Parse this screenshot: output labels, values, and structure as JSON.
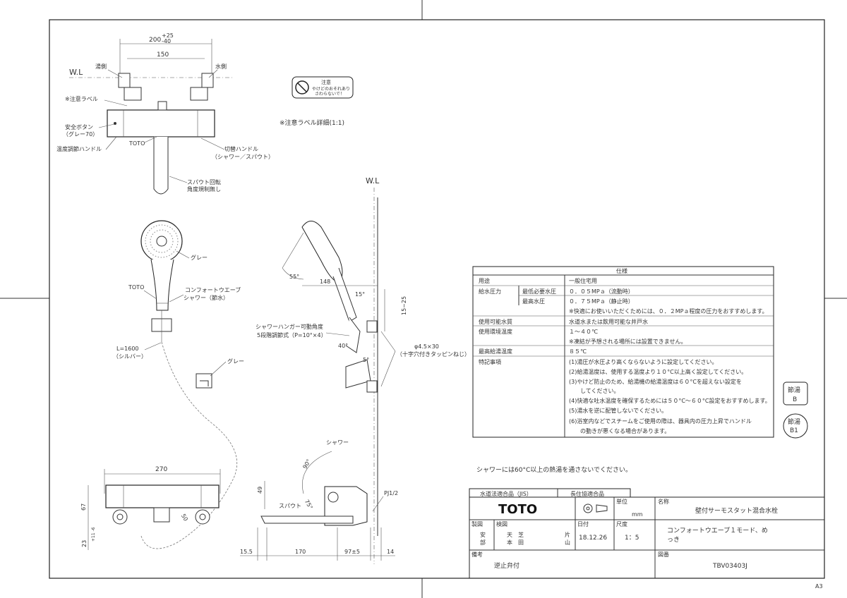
{
  "drawing": {
    "sheet_size": "A3",
    "caution_label_title": "注意",
    "caution_label_line1": "やけどのおそれあり",
    "caution_label_line2": "さわらないで！",
    "caution_label_detail": "※注意ラベル詳細(1:1)",
    "wl": "W.L",
    "front_view": {
      "dim_top": "200",
      "dim_top_tol_plus": "+25",
      "dim_top_tol_minus": "-40",
      "dim_150": "150",
      "hot_side": "湯側",
      "cold_side": "水側",
      "caution_label": "※注意ラベル",
      "safety_button": "安全ボタン",
      "safety_button_color": "（グレー70）",
      "temp_handle": "温度調節ハンドル",
      "toto_mark": "TOTO",
      "switch_handle": "切替ハンドル",
      "switch_handle_sub": "（シャワー／スパウト）",
      "spout_rotation": "スパウト回転",
      "spout_rotation_sub": "角度規制無し"
    },
    "shower_view": {
      "gray": "グレー",
      "toto_mark": "TOTO",
      "shower_name": "コンフォートウエーブ",
      "shower_name_sub": "シャワー（節水）",
      "hose_length": "L=1600",
      "hose_color": "（シルバー）",
      "gray2": "グレー"
    },
    "side_view": {
      "angle_55": "55°",
      "dim_148": "148",
      "angle_15": "15°",
      "dim_15_25": "15~25",
      "hanger_label": "シャワーハンガー可動角度",
      "hanger_sub": "5段階調節式（P=10°×4）",
      "angle_40": "40°",
      "angle_5": "5°",
      "screw": "φ4.5×30",
      "screw_sub": "（十字穴付きタッピンねじ）"
    },
    "bottom_view": {
      "dim_270": "270",
      "dim_67": "67",
      "dim_23": "23",
      "dim_23_tol": "+11 -6",
      "dim_50": "50",
      "shower_label": "シャワー",
      "angle_90": "90°",
      "angle_75": "75°",
      "dim_49": "49",
      "spout_label": "スパウト",
      "pj": "PJ1/2",
      "dim_15_5": "15.5",
      "dim_170": "170",
      "dim_97": "97±5",
      "dim_14": "14"
    },
    "hot_water_note": "シャワーには60°C以上の熱湯を通さないでください。",
    "setsuyu_b_line1": "節湯",
    "setsuyu_b_line2": "B",
    "setsuyu_b1_line1": "節湯",
    "setsuyu_b1_line2": "B1"
  },
  "spec_table": {
    "title": "仕様",
    "rows": [
      {
        "label": "用途",
        "sub": "",
        "value": "一般住宅用"
      },
      {
        "label": "給水圧力",
        "sub": "最低必要水圧",
        "value": "０．０５MPａ（流動時）"
      },
      {
        "label": "",
        "sub": "最高水圧",
        "value": "０．７５MPａ（静止時）"
      },
      {
        "label": "",
        "sub": "",
        "value": "※快適にお使いいただくためには、０．２MPａ程度の圧力をおすすめします。"
      },
      {
        "label": "使用可能水質",
        "sub": "",
        "value": "水道水または飲用可能な井戸水"
      },
      {
        "label": "使用環境温度",
        "sub": "",
        "value": "１～４０℃"
      },
      {
        "label": "",
        "sub": "",
        "value": "※凍結が予想される場所には設置できません。"
      },
      {
        "label": "最高給湯温度",
        "sub": "",
        "value": "８５℃"
      },
      {
        "label": "特記事項",
        "sub": "",
        "value": "(1)湯圧が水圧より高くならないように設定してください。"
      }
    ],
    "notes": [
      "(2)給湯温度は、使用する温度より１０°C以上高く設定してください。",
      "(3)やけど防止のため、給湯機の給湯温度は６０°Cを超えない設定を",
      "　　してください。",
      "(4)快適な吐水温度を確保するためには５０°C～６０°C設定をおすすめします。",
      "(5)湯水を逆に配管しないでください。",
      "(6)浴室内などでスチームをご使用の際は、器具内の圧力上昇でハンドル",
      "　　の動きが悪くなる場合があります。"
    ]
  },
  "title_block": {
    "cert_jis": "水道法適合品（JIS）",
    "cert_long": "長住協適合品",
    "brand": "TOTO",
    "unit_label": "単位",
    "unit_value": "mm",
    "name_label": "名称",
    "name_value": "壁付サーモスタット混合水栓",
    "sub_name": "コンフォートウエーブ１モード、め",
    "sub_name2": "っき",
    "made_label": "製図",
    "check_label": "検図",
    "made_by_1": "安",
    "made_by_2": "部",
    "check_by_1": "天　芝",
    "check_by_2": "本　田",
    "approver": "片",
    "approver2": "山",
    "date_label": "日付",
    "date_value": "18.12.26",
    "scale_label": "尺度",
    "scale_value": "1：5",
    "drawing_no_label": "図番",
    "drawing_no_value": "TBV03403J",
    "remarks_label": "備考",
    "remarks_value": "逆止弁付"
  }
}
